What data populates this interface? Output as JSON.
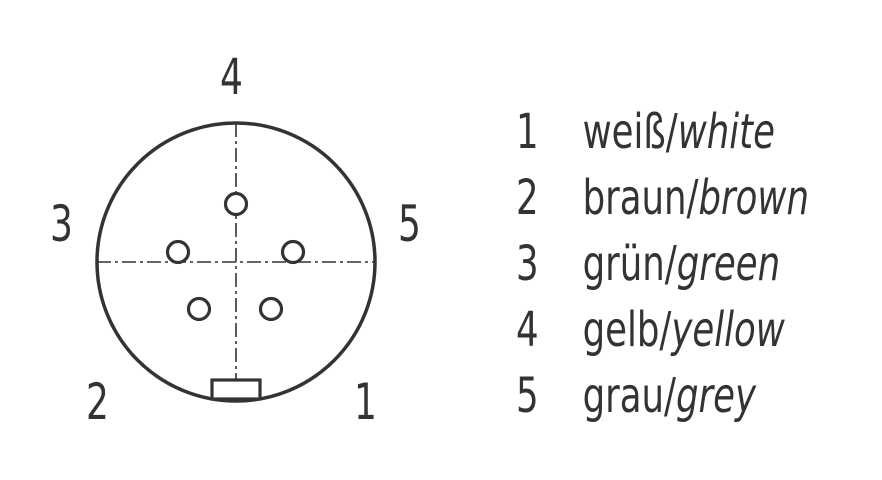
{
  "pin_labels": {
    "top": "4",
    "left": "3",
    "right": "5",
    "bottom_left": "2",
    "bottom_right": "1"
  },
  "legend": [
    {
      "number": "1",
      "german": "weiß",
      "separator": "/",
      "english": "white"
    },
    {
      "number": "2",
      "german": "braun",
      "separator": "/",
      "english": "brown"
    },
    {
      "number": "3",
      "german": "grün",
      "separator": "/",
      "english": "green"
    },
    {
      "number": "4",
      "german": "gelb",
      "separator": "/",
      "english": "yellow"
    },
    {
      "number": "5",
      "german": "grau",
      "separator": "/",
      "english": "grey"
    }
  ],
  "colors": {
    "stroke": "#333333",
    "text": "#333333",
    "background": "#ffffff"
  }
}
